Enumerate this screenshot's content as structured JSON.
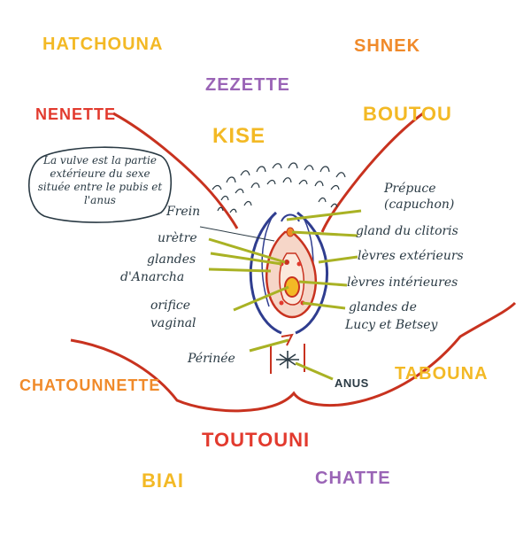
{
  "colors": {
    "yellow": "#f3b925",
    "orange": "#f08a2a",
    "purple": "#9a64b6",
    "red": "#e23a2e",
    "outline": "#c8321f",
    "blue": "#2f3d8f",
    "green": "#a9b224",
    "ink": "#2a3a44"
  },
  "nicknames": {
    "hatchouna": "HATCHOUNA",
    "shnek": "SHNEK",
    "zezette": "ZEZETTE",
    "nenette": "NENETTE",
    "boutou": "BOUTOU",
    "kise": "KISE",
    "chatounnette": "CHATOUNNETTE",
    "tabouna": "TABOUNA",
    "toutouni": "TOUTOUNI",
    "biai": "BIAI",
    "chatte": "CHATTE"
  },
  "note": "La vulve est la partie extérieure du sexe située entre le pubis et l'anus",
  "labels": {
    "frein": "Frein",
    "uretre": "urètre",
    "glandes_anarcha_1": "glandes",
    "glandes_anarcha_2": "d'Anarcha",
    "orifice_1": "orifice",
    "orifice_2": "vaginal",
    "perinee": "Périnée",
    "prepuce_1": "Prépuce",
    "prepuce_2": "(capuchon)",
    "gland": "gland du clitoris",
    "levres_ext": "lèvres extérieurs",
    "levres_int": "lèvres intérieures",
    "glandes_lucy_1": "glandes de",
    "glandes_lucy_2": "Lucy et Betsey",
    "anus": "ANUS"
  }
}
